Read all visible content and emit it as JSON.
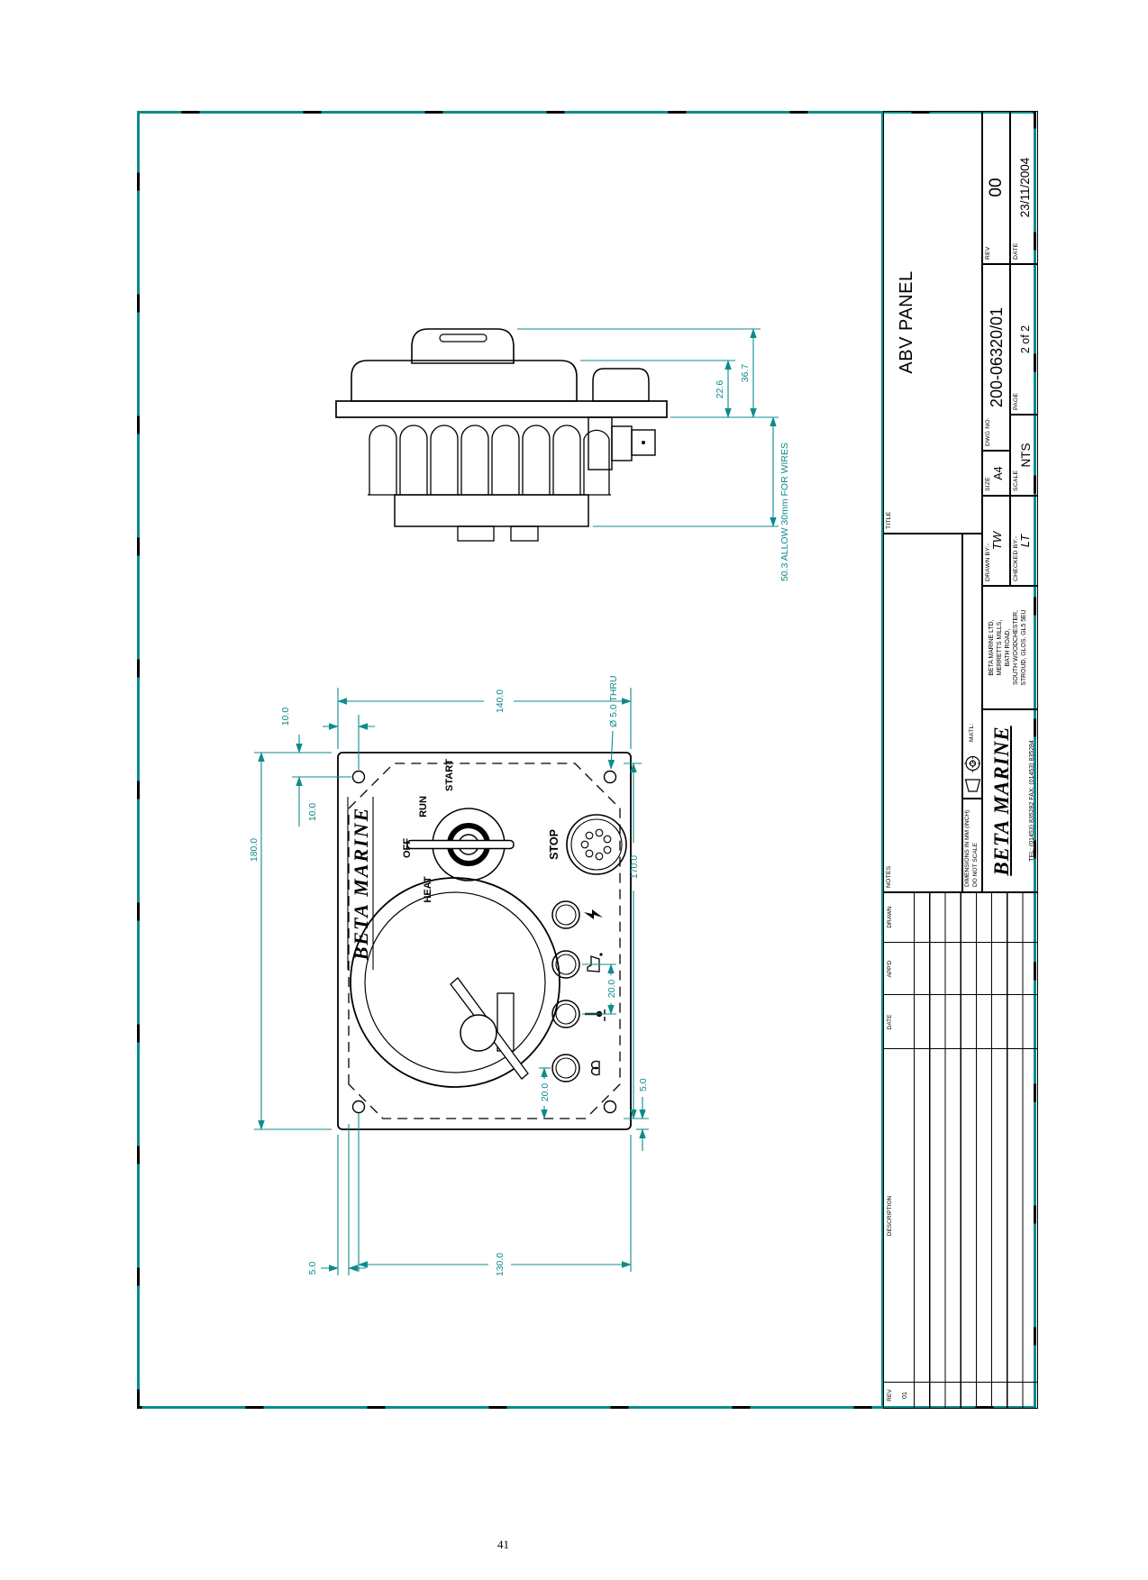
{
  "page_number": "41",
  "sheet": {
    "title_label": "TITLE",
    "title": "ABV PANEL",
    "dwg_label": "DWG NO.",
    "dwg_no": "200-06320/01",
    "size_label": "SIZE",
    "size": "A4",
    "scale_label": "SCALE",
    "scale": "NTS",
    "page_label": "PAGE",
    "page": "2 of 2",
    "rev_label": "REV",
    "rev": "00",
    "date_label": "DATE",
    "date": "23/11/2004",
    "drawn_by_label": "DRAWN BY:-",
    "drawn_by": "TW",
    "checked_by_label": "CHECKED BY:-",
    "checked_by": "LT",
    "matl_label": "MATL:",
    "notes_label": "NOTES",
    "dims_note_line1": "DIMENSIONS IN MM (INCH)",
    "dims_note_line2": "DO NOT SCALE",
    "company": {
      "logo": "BETA MARINE",
      "tel_fax": "TEL: (01453) 835282      FAX: (01453) 835284",
      "address_lines": [
        "BETA MARINE LTD,",
        "MERRETTS MILLS,",
        "BATH ROAD,",
        "SOUTH WOODCHESTER,",
        "STROUD, GLOS. GL5 5EU"
      ]
    },
    "revision_table": {
      "headers": [
        "REV",
        "DESCRIPTION",
        "DATE",
        "APP'D",
        "DRAWN"
      ],
      "first_rev": "01"
    }
  },
  "panel": {
    "logo": "BETA MARINE",
    "switch_labels": {
      "heat": "HEAT",
      "off": "OFF",
      "run": "RUN",
      "start": "START"
    },
    "stop_label": "STOP",
    "icons": [
      "glow-heater-icon",
      "temperature-icon",
      "oil-pressure-icon",
      "battery-charge-icon"
    ]
  },
  "dimensions": {
    "width": "140.0",
    "height": "180.0",
    "cutout": "170.0",
    "hole_span": "130.0",
    "hole_offset_h": "10.0",
    "hole_offset_v": "10.0",
    "edge_gap_top": "5.0",
    "edge_gap_bottom": "5.0",
    "lamp_gap_1": "20.0",
    "lamp_gap_2": "20.0",
    "hole_note": "Ø 5.0 THRU",
    "depth_body": "22.6",
    "depth_key": "36.7",
    "depth_rear": "50.3  ALLOW 30mm FOR WIRES"
  },
  "colors": {
    "dim_teal": "#0d8b8b",
    "line": "#000000"
  }
}
